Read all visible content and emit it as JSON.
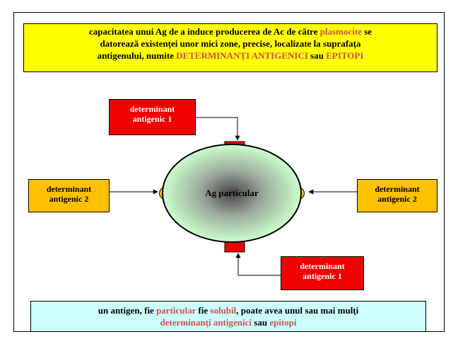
{
  "top_note": {
    "line1_a": "capacitatea unui Ag de a induce producerea de Ac de către ",
    "line1_hl": "plasmocite",
    "line1_b": " se",
    "line2": "datorează existenţei unor mici zone, precise, localizate la suprafaţa",
    "line3_a": "antigenului, numite ",
    "line3_hl1": "DETERMINANŢI ANTIGENICI",
    "line3_b": " sau ",
    "line3_hl2": "EPITOPI"
  },
  "diagram": {
    "center_label": "Ag particular",
    "determinants": {
      "top": {
        "line1": "determinant",
        "line2": "antigenic 1"
      },
      "left": {
        "line1": "determinant",
        "line2": "antigenic 2"
      },
      "right": {
        "line1": "determinant",
        "line2": "antigenic 2"
      },
      "bottom": {
        "line1": "determinant",
        "line2": "antigenic 1"
      }
    },
    "colors": {
      "red": "#ee0000",
      "orange": "#ffc000",
      "ellipse_outer": "#ccffcc",
      "ellipse_center": "#444444"
    }
  },
  "bottom_note": {
    "line1_a": "un antigen, fie ",
    "line1_hl1": "particular",
    "line1_b": " fie ",
    "line1_hl2": "solubil",
    "line1_c": ", poate avea unul sau mai mulţi",
    "line2_hl1": "determinanţi antigenici",
    "line2_b": " sau ",
    "line2_hl2": "epitopi"
  }
}
